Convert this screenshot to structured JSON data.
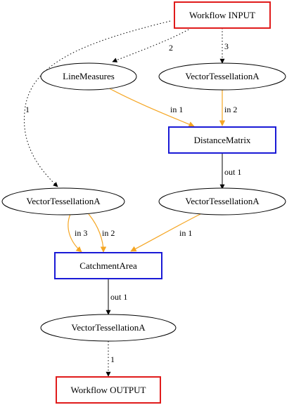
{
  "colors": {
    "io_border": "#e01b1b",
    "process_border": "#1a1ad6",
    "data_edge": "#f5a623",
    "control_edge": "#000000"
  },
  "nodes": {
    "workflow_input": "Workflow INPUT",
    "line_measures": "LineMeasures",
    "vt_top": "VectorTessellationA",
    "distance_matrix": "DistanceMatrix",
    "vt_left": "VectorTessellationA",
    "vt_right": "VectorTessellationA",
    "catchment_area": "CatchmentArea",
    "vt_bottom": "VectorTessellationA",
    "workflow_output": "Workflow OUTPUT"
  },
  "edges": {
    "input_to_vt_left": "1",
    "input_to_line_measures": "2",
    "input_to_vt_top": "3",
    "line_measures_to_dm": "in 1",
    "vt_top_to_dm": "in 2",
    "dm_to_vt_right": "out 1",
    "vt_left_to_ca_in3": "in 3",
    "vt_left_to_ca_in2": "in 2",
    "vt_right_to_ca": "in 1",
    "ca_to_vt_bottom": "out 1",
    "vt_bottom_to_output": "1"
  }
}
